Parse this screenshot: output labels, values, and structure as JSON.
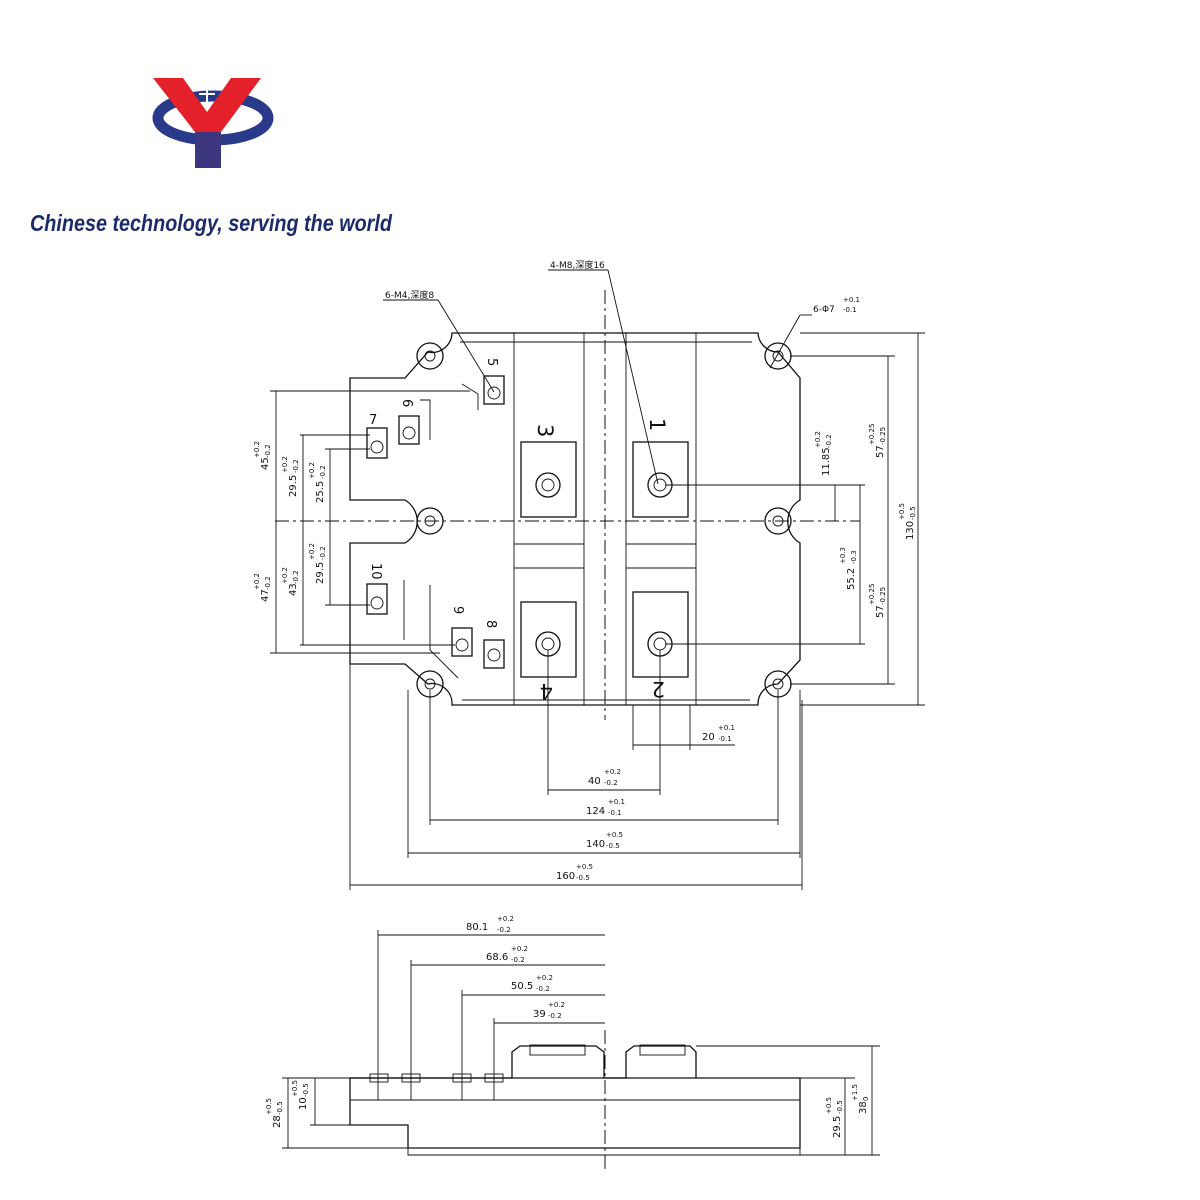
{
  "brand": {
    "logo_icon": "yx-logo-icon",
    "colors": {
      "primary": "#e4202a",
      "secondary": "#2a3a8a"
    },
    "tagline": "Chinese technology, serving the world"
  },
  "top_view": {
    "notes": {
      "m8": "4-M8,深度16",
      "m4": "6-M4,深度8",
      "hole": "6-Φ7",
      "hole_tol_plus": "+0.1",
      "hole_tol_minus": "-0.1"
    },
    "terminals": [
      "1",
      "2",
      "3",
      "4"
    ],
    "pins": [
      "5",
      "6",
      "7",
      "8",
      "9",
      "10"
    ],
    "dims_bottom": [
      {
        "value": "20",
        "tol_plus": "+0.1",
        "tol_minus": "-0.1"
      },
      {
        "value": "40",
        "tol_plus": "+0.2",
        "tol_minus": "-0.2"
      },
      {
        "value": "124",
        "tol_plus": "+0.1",
        "tol_minus": "-0.1"
      },
      {
        "value": "140",
        "tol_plus": "+0.5",
        "tol_minus": "-0.5"
      },
      {
        "value": "160",
        "tol_plus": "+0.5",
        "tol_minus": "-0.5"
      }
    ],
    "dims_left": [
      {
        "value": "45",
        "tol_plus": "+0.2",
        "tol_minus": "-0.2"
      },
      {
        "value": "29.5",
        "tol_plus": "+0.2",
        "tol_minus": "-0.2"
      },
      {
        "value": "25.5",
        "tol_plus": "+0.2",
        "tol_minus": "-0.2"
      },
      {
        "value": "29.5",
        "tol_plus": "+0.2",
        "tol_minus": "-0.2"
      },
      {
        "value": "47",
        "tol_plus": "+0.2",
        "tol_minus": "-0.2"
      },
      {
        "value": "43",
        "tol_plus": "+0.2",
        "tol_minus": "-0.2"
      }
    ],
    "dims_right": [
      {
        "value": "11.85",
        "tol_plus": "+0.2",
        "tol_minus": "-0.2"
      },
      {
        "value": "57",
        "tol_plus": "+0.25",
        "tol_minus": "-0.25"
      },
      {
        "value": "55.2",
        "tol_plus": "+0.3",
        "tol_minus": "-0.3"
      },
      {
        "value": "57",
        "tol_plus": "+0.25",
        "tol_minus": "-0.25"
      },
      {
        "value": "130",
        "tol_plus": "+0.5",
        "tol_minus": "-0.5"
      }
    ]
  },
  "side_view": {
    "dims_top": [
      {
        "value": "80.1",
        "tol_plus": "+0.2",
        "tol_minus": "-0.2"
      },
      {
        "value": "68.6",
        "tol_plus": "+0.2",
        "tol_minus": "-0.2"
      },
      {
        "value": "50.5",
        "tol_plus": "+0.2",
        "tol_minus": "-0.2"
      },
      {
        "value": "39",
        "tol_plus": "+0.2",
        "tol_minus": "-0.2"
      }
    ],
    "dims_left": [
      {
        "value": "28",
        "tol_plus": "+0.5",
        "tol_minus": "-0.5"
      },
      {
        "value": "10",
        "tol_plus": "+0.5",
        "tol_minus": "-0.5"
      }
    ],
    "dims_right": [
      {
        "value": "29.5",
        "tol_plus": "+0.5",
        "tol_minus": "-0.5"
      },
      {
        "value": "38",
        "tol_plus": "+1.5",
        "tol_minus": "0"
      }
    ]
  }
}
